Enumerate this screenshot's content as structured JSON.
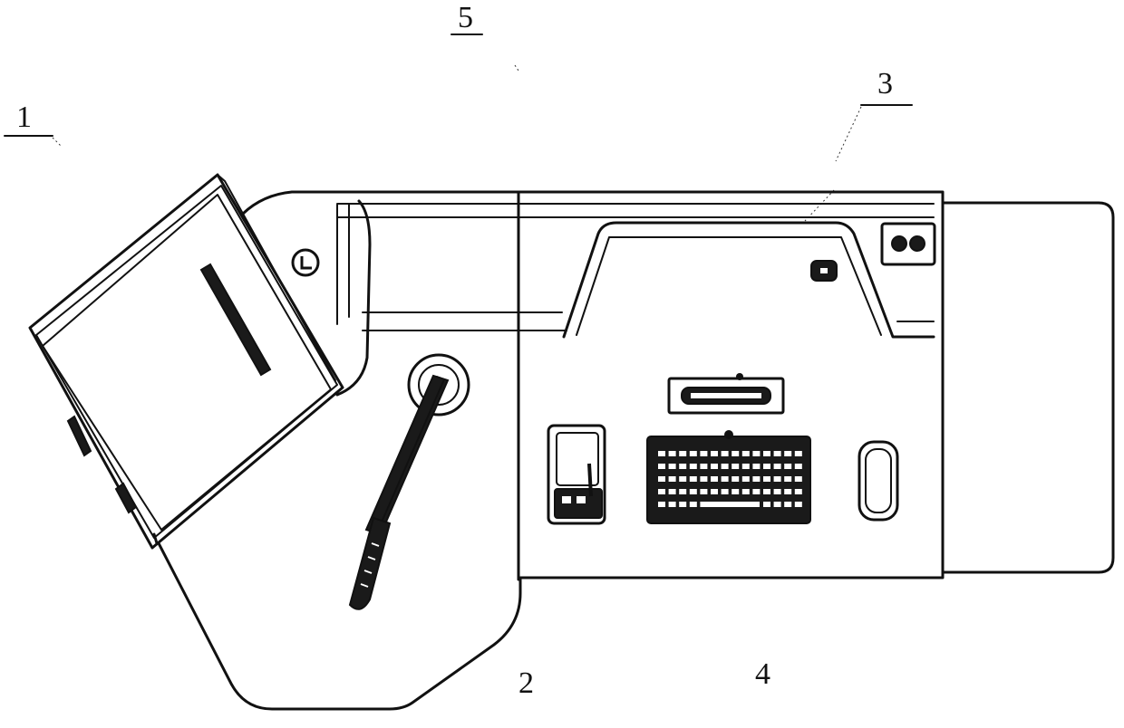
{
  "labels": {
    "l1": "1",
    "l2": "2",
    "l3": "3",
    "l4": "4",
    "l5": "5"
  },
  "colors": {
    "line": "#111111",
    "background": "#ffffff"
  }
}
